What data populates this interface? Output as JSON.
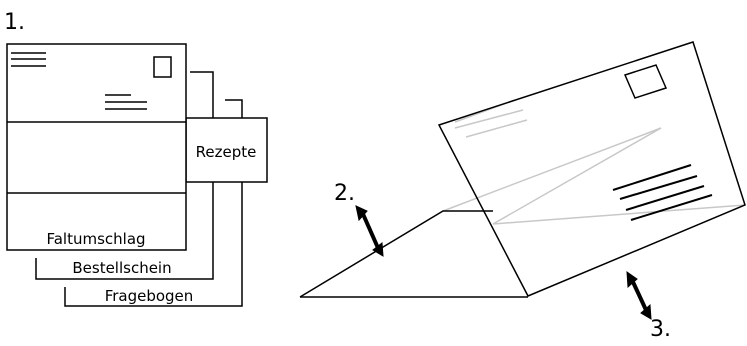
{
  "steps": {
    "step1": "1.",
    "step2": "2.",
    "step3": "3."
  },
  "documents": {
    "envelope_label": "Faltumschlag",
    "order_form_label": "Bestellschein",
    "questionnaire_label": "Fragebogen",
    "recipes_label": "Rezepte"
  },
  "colors": {
    "line": "#000000",
    "faint_line": "#c8c8c8",
    "background": "#ffffff"
  }
}
